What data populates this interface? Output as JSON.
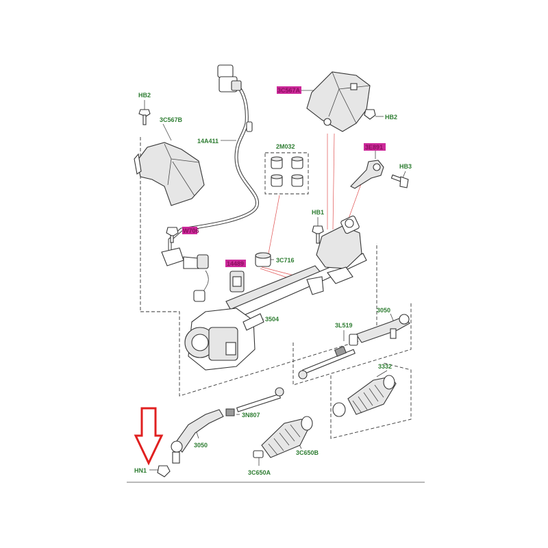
{
  "labels": {
    "hb2_top_left": "HB2",
    "shield_left": "3C567B",
    "hose": "14A411",
    "bushing_set": "2M032",
    "shield_right": "3C567A",
    "hb2_right": "HB2",
    "bracket": "3E891",
    "hb3": "HB3",
    "hb1": "HB1",
    "nut_left": "W706",
    "bushing_single": "3C716",
    "clip": "14489",
    "rack": "3504",
    "tie_rod_end_right": "3050",
    "inner_rod_right": "3L519",
    "boot_right": "3332",
    "lock_nut": "3N807",
    "tie_rod_end_left": "3050",
    "boot_left": "3C650B",
    "clamp_left": "3C650A",
    "hn1": "HN1"
  },
  "colors": {
    "label_text": "#2e7d32",
    "highlight_box": "#cc2a9a",
    "pointer_arrow": "#e02020"
  }
}
